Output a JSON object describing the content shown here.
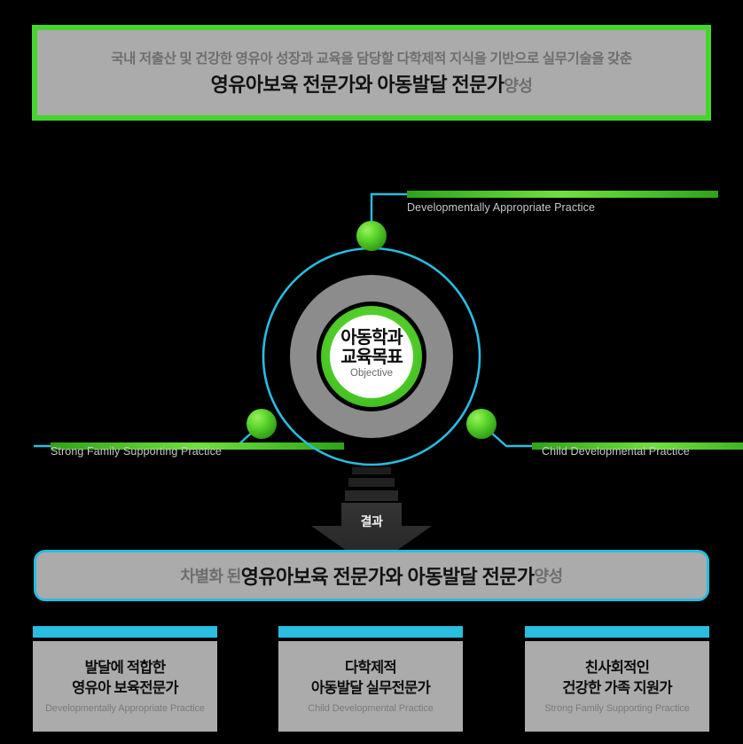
{
  "header": {
    "line1": "국내 저출산 및 건강한 영유아 성장과 교육을 담당할 다학제적 지식을 기반으로 실무기술을 갖춘",
    "line2_strong": "영유아보육 전문가와 아동발달 전문가",
    "line2_weak": "양성",
    "border_color": "#45d62e",
    "panel_color": "#ababab"
  },
  "diagram": {
    "center": {
      "title_line1": "아동학과",
      "title_line2": "교육목표",
      "subtitle": "Objective",
      "ring_color": "#45d62e",
      "disc_color": "#ffffff",
      "donut_color": "#8c8c8c"
    },
    "orbit_color": "#29bde0",
    "node_color": "#45d62e",
    "branches": [
      {
        "label": "Developmentally Appropriate Practice",
        "position": "top"
      },
      {
        "label": "Strong Family Supporting Practice",
        "position": "left"
      },
      {
        "label": "Child Developmental Practice",
        "position": "right"
      }
    ],
    "arrow_label": "결과",
    "arrow_color": "#2b2b2b"
  },
  "result": {
    "prefix_weak": "차별화 된",
    "strong": "영유아보육 전문가와 아동발달 전문가",
    "suffix_weak": "양성",
    "border_color": "#28bcdf",
    "panel_color": "#ababab"
  },
  "cards": [
    {
      "ko_line1": "발달에 적합한",
      "ko_line2": "영유아 보육전문가",
      "en": "Developmentally Appropriate Practice",
      "bar_color": "#29bde0"
    },
    {
      "ko_line1": "다학제적",
      "ko_line2": "아동발달 실무전문가",
      "en": "Child Developmental Practice",
      "bar_color": "#29bde0"
    },
    {
      "ko_line1": "친사회적인",
      "ko_line2": "건강한 가족 지원가",
      "en": "Strong Family Supporting Practice",
      "bar_color": "#29bde0"
    }
  ]
}
